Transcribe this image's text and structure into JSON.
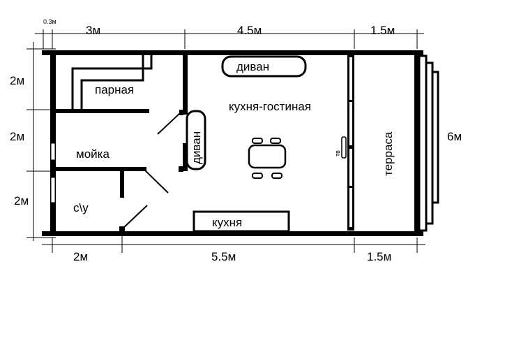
{
  "dimensions": {
    "top": [
      "0.3м",
      "3м",
      "4.5м",
      "1.5м"
    ],
    "bottom": [
      "2м",
      "5.5м",
      "1.5м"
    ],
    "left": [
      "2м",
      "2м",
      "2м"
    ],
    "right": "6м"
  },
  "rooms": {
    "steam_room": "парная",
    "washroom": "мойка",
    "bathroom": "с\\у",
    "kitchen_living": "кухня-гостиная",
    "terrace": "терраса"
  },
  "furniture": {
    "sofa_top": "диван",
    "sofa_side": "диван",
    "kitchen": "кухня",
    "tv": "тв"
  },
  "colors": {
    "wall": "#000000",
    "background": "#ffffff"
  }
}
